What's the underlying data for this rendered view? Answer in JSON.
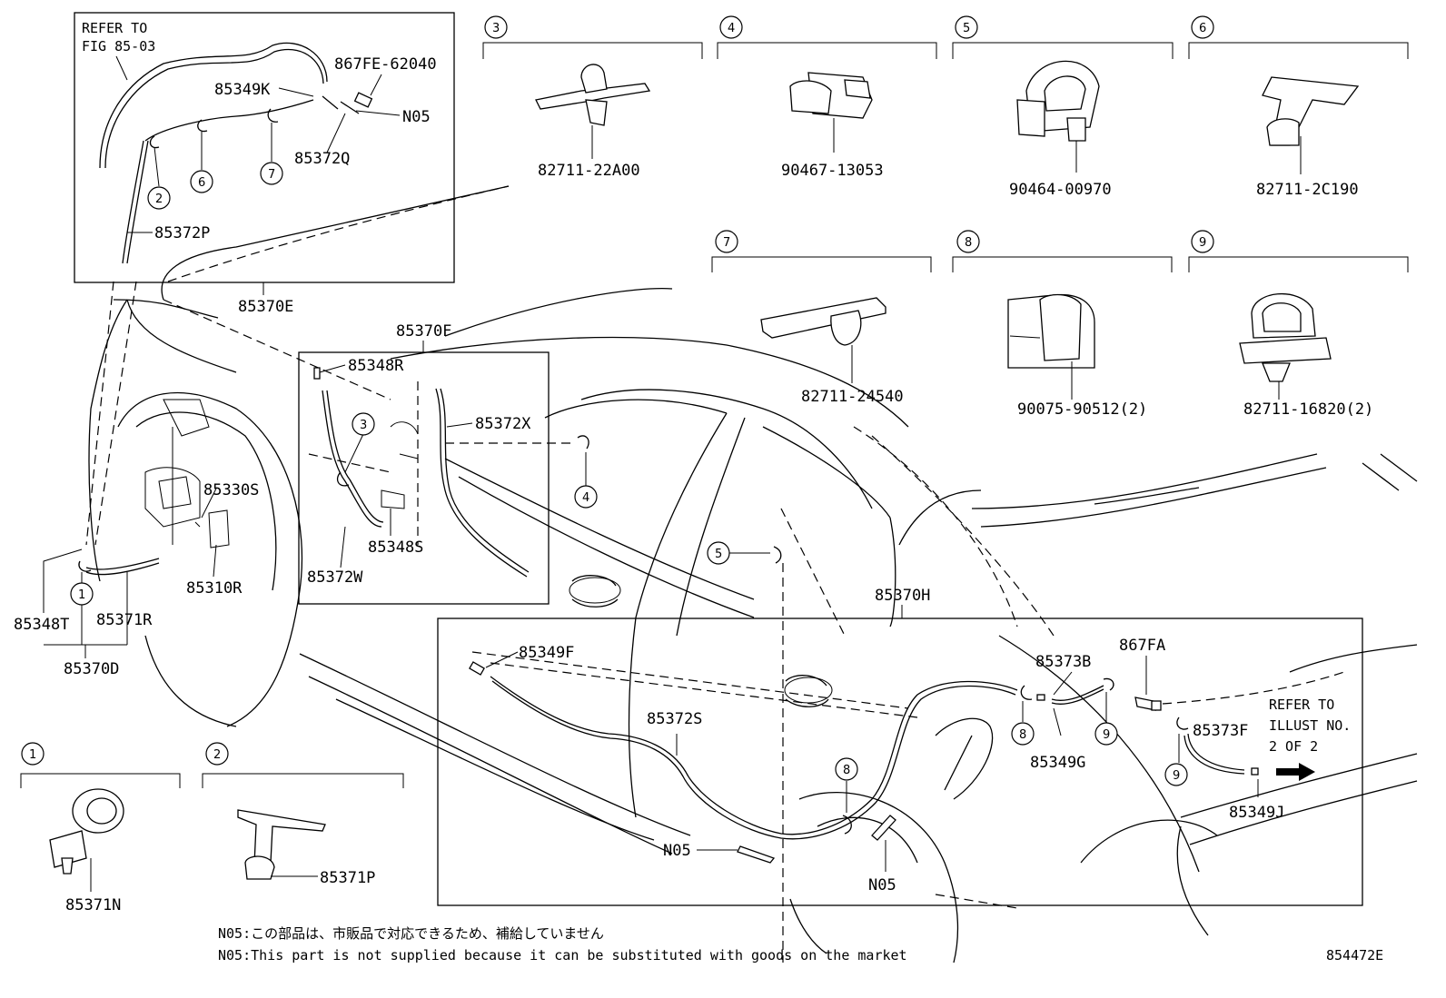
{
  "refer_fig": {
    "line1": "REFER TO",
    "line2": "FIG 85-03"
  },
  "refer_illust": {
    "line1": "REFER TO",
    "line2": "ILLUST NO.",
    "line3": "2 OF 2"
  },
  "labels": {
    "p867FE": "867FE-62040",
    "p85349K": "85349K",
    "n05_a": "N05",
    "p85372Q": "85372Q",
    "p85372P": "85372P",
    "p85370E": "85370E",
    "p85370F": "85370F",
    "p85348R": "85348R",
    "p85372X": "85372X",
    "p85330S": "85330S",
    "p85348S": "85348S",
    "p85372W": "85372W",
    "p85310R": "85310R",
    "p85348T": "85348T",
    "p85371R": "85371R",
    "p85370D": "85370D",
    "p85370H": "85370H",
    "p85349F": "85349F",
    "p85373B": "85373B",
    "p867FA": "867FA",
    "p85372S": "85372S",
    "p85373F": "85373F",
    "p85349G": "85349G",
    "p85349J": "85349J",
    "n05_b": "N05",
    "n05_c": "N05",
    "p85371N": "85371N",
    "p85371P": "85371P"
  },
  "callouts": {
    "c1": "1",
    "c2": "2",
    "c3": "3",
    "c4": "4",
    "c5": "5",
    "c6": "6",
    "c7": "7",
    "c8": "8",
    "c9": "9"
  },
  "panels": [
    {
      "num": "3",
      "part": "82711-22A00"
    },
    {
      "num": "4",
      "part": "90467-13053"
    },
    {
      "num": "5",
      "part": "90464-00970"
    },
    {
      "num": "6",
      "part": "82711-2C190"
    },
    {
      "num": "7",
      "part": "82711-24540"
    },
    {
      "num": "8",
      "part": "90075-90512(2)"
    },
    {
      "num": "9",
      "part": "82711-16820(2)"
    },
    {
      "num": "1",
      "part": "85371N"
    },
    {
      "num": "2",
      "part": "85371P"
    }
  ],
  "notes": {
    "jp": "N05:この部品は、市販品で対応できるため、補給していません",
    "en": "N05:This part is not supplied because it can be substituted with goods on the market"
  },
  "diagram_id": "854472E"
}
